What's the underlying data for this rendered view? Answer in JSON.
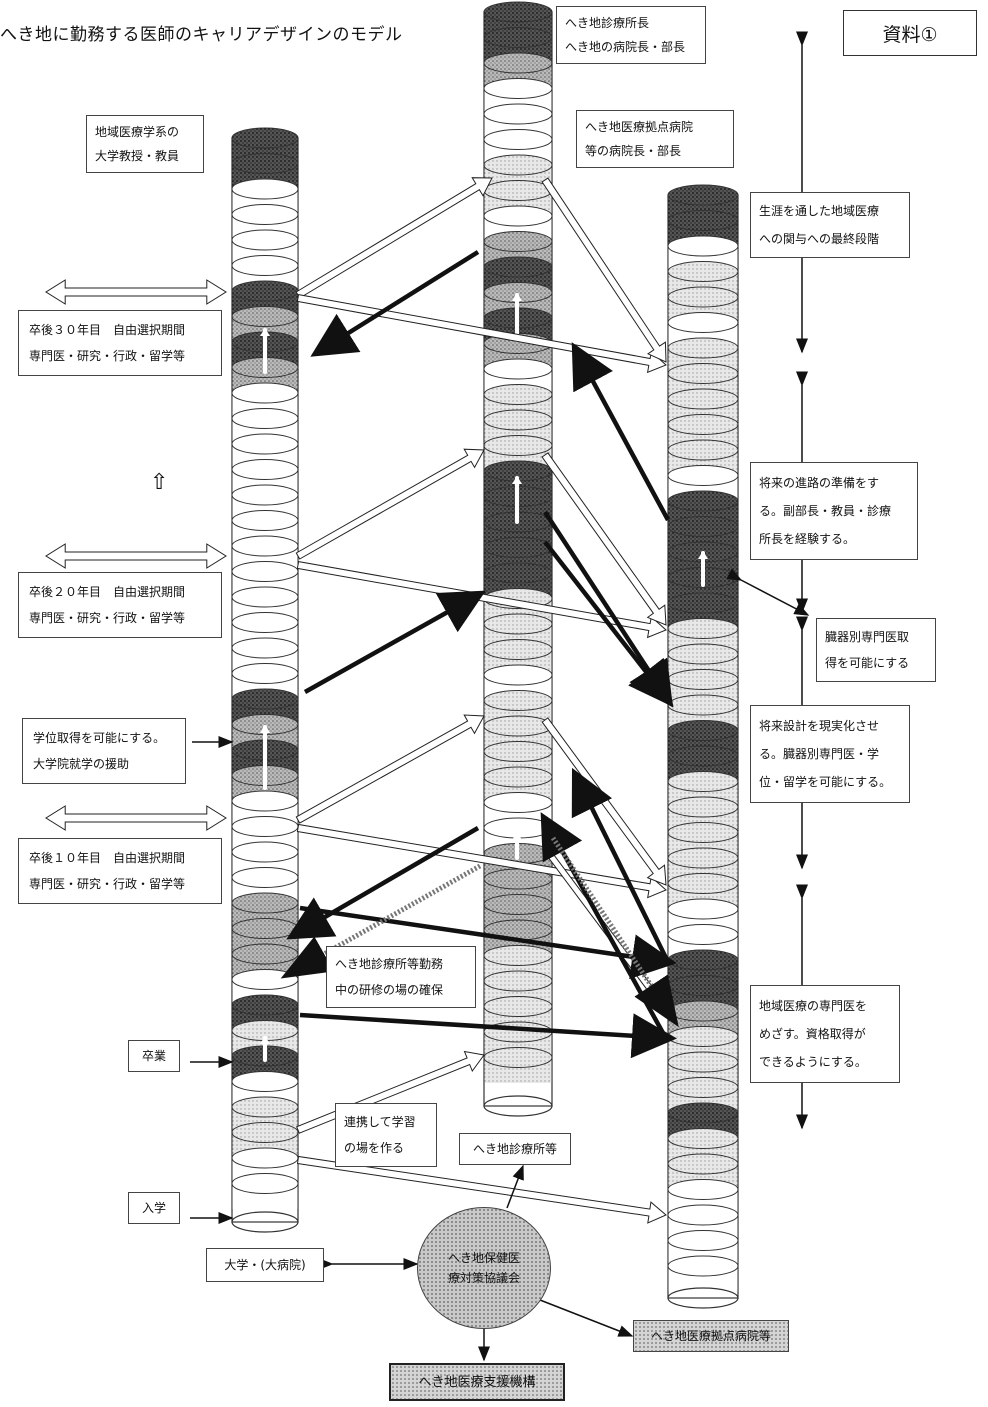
{
  "title": "へき地に勤務する医師のキャリアデザインのモデル",
  "badge": "資料①",
  "boxes": {
    "univ_professor": [
      "地域医療学系の",
      "大学教授・教員"
    ],
    "rural_clinic_director": [
      "へき地診療所長",
      "へき地の病院長・部長"
    ],
    "base_hospital_director": [
      "へき地医療拠点病院",
      "等の病院長・部長"
    ],
    "lifetime_stage": [
      "生涯を通した地域医療",
      "への関与への最終段階"
    ],
    "year30": [
      "卒後３０年目　自由選択期間",
      "専門医・研究・行政・留学等"
    ],
    "year20": [
      "卒後２０年目　自由選択期間",
      "専門医・研究・行政・留学等"
    ],
    "year10": [
      "卒後１０年目　自由選択期間",
      "専門医・研究・行政・留学等"
    ],
    "degree": [
      "学位取得を可能にする。",
      "大学院就学の援助"
    ],
    "future_path": [
      "将来の進路の準備をす",
      "る。副部長・教員・診療",
      "所長を経験する。"
    ],
    "organ_specialist": [
      "臓器別専門医取",
      "得を可能にする"
    ],
    "realize_plan": [
      "将来設計を現実化させ",
      "る。臓器別専門医・学",
      "位・留学を可能にする。"
    ],
    "training_site": [
      "へき地診療所等勤務",
      "中の研修の場の確保"
    ],
    "community_specialist": [
      "地域医療の専門医を",
      "めざす。資格取得が",
      "できるようにする。"
    ],
    "graduation": "卒業",
    "cooperate": [
      "連携して学習",
      "の場を作る"
    ],
    "rural_clinics": "へき地診療所等",
    "entrance": "入学",
    "university": "大学・(大病院)",
    "base_hospitals": "へき地医療拠点病院等",
    "support_org": "へき地医療支援機構"
  },
  "council": [
    "へき地保健医",
    "療対策協議会"
  ]
}
